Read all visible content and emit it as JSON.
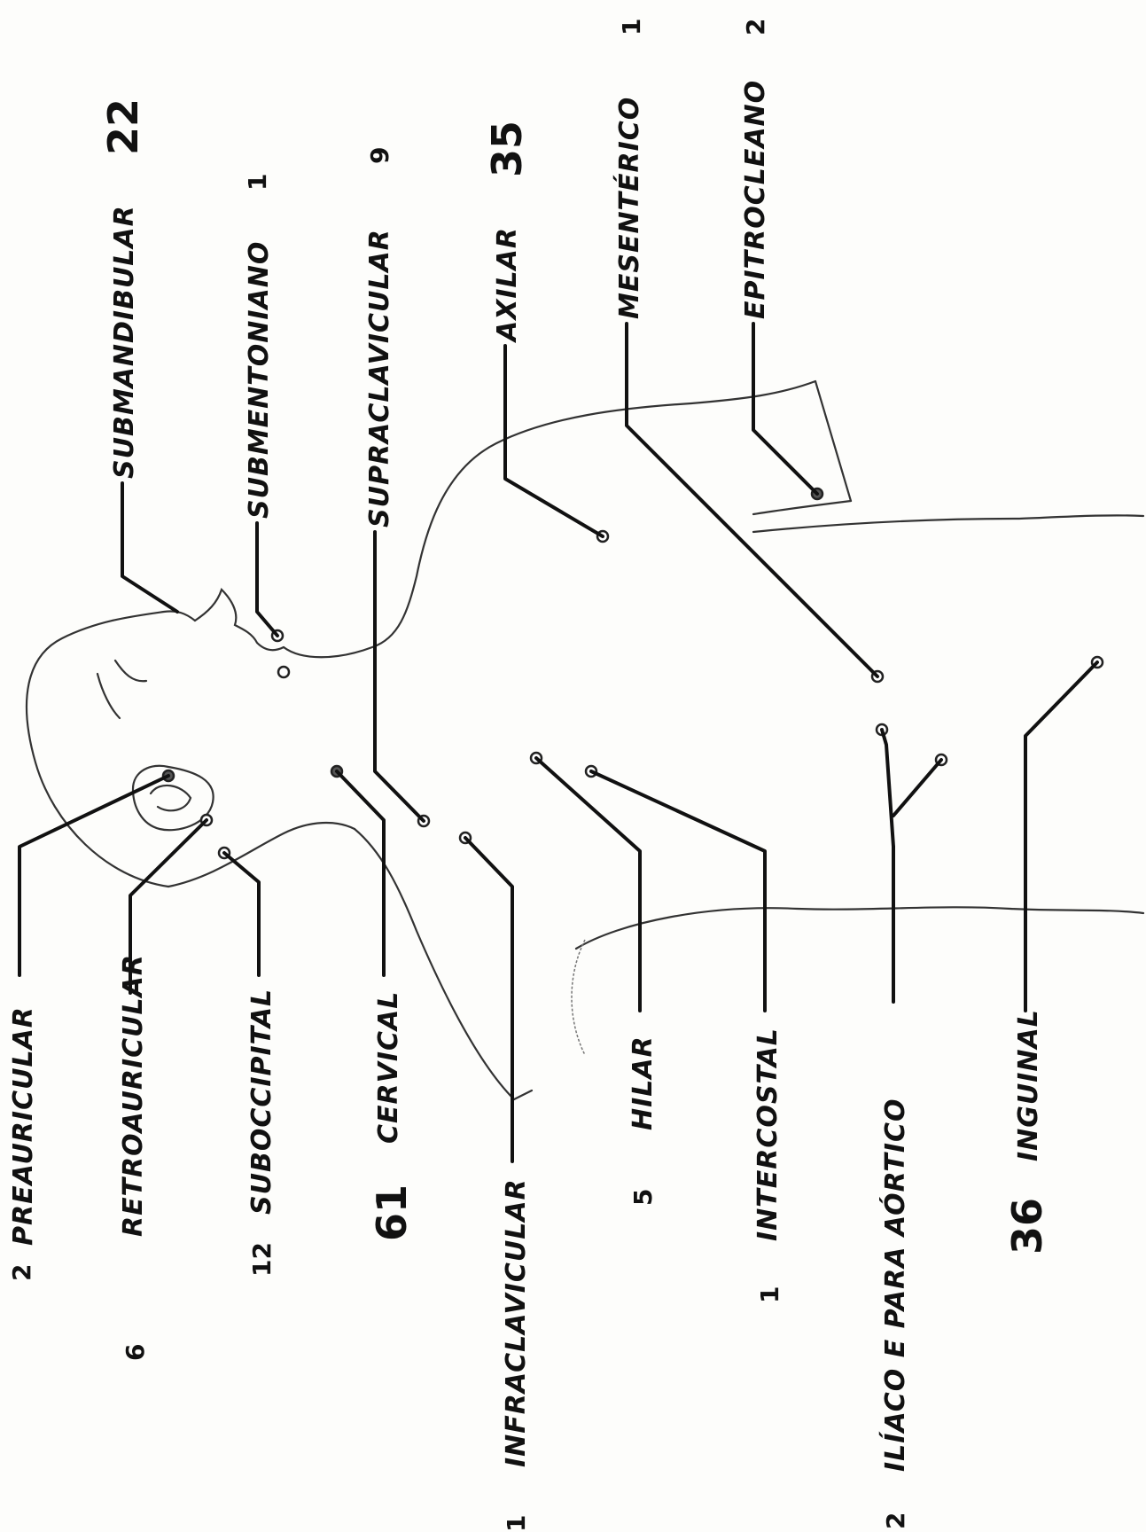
{
  "sites": {
    "preauricular": {
      "label": "PREAURICULAR",
      "count": "2"
    },
    "retroauricular": {
      "label": "RETROAURICULAR",
      "count": "6"
    },
    "suboccipital": {
      "label": "SUBOCCIPITAL",
      "count": "12"
    },
    "cervical": {
      "label": "CERVICAL",
      "count": "61"
    },
    "infraclavicular": {
      "label": "INFRACLAVICULAR",
      "count": "1"
    },
    "hilar": {
      "label": "HILAR",
      "count": "5"
    },
    "intercostal": {
      "label": "INTERCOSTAL",
      "count": "1"
    },
    "iliaco": {
      "label": "ILÍACO  E  PARA  AÓRTICO",
      "count": "2"
    },
    "inguinal": {
      "label": "INGUINAL",
      "count": "36"
    },
    "submandibular": {
      "label": "SUBMANDIBULAR",
      "count": "22"
    },
    "submentoniano": {
      "label": "SUBMENTONIANO",
      "count": "1"
    },
    "supraclavicular": {
      "label": "SUPRACLAVICULAR",
      "count": "9"
    },
    "axilar": {
      "label": "AXILAR",
      "count": "35"
    },
    "mesenterico": {
      "label": "MESENTÉRICO",
      "count": "1"
    },
    "epitrocleano": {
      "label": "EPITROCLEANO",
      "count": "2"
    }
  },
  "colors": {
    "ink": "#111111",
    "paper": "#fdfdfb"
  }
}
